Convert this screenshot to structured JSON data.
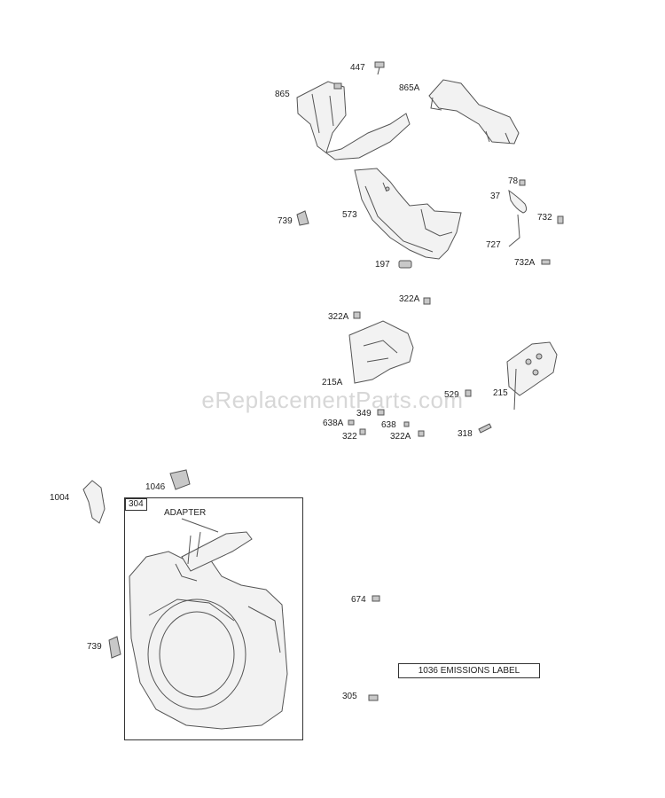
{
  "labels": {
    "l447": "447",
    "l865": "865",
    "l865a": "865A",
    "l78": "78",
    "l37": "37",
    "l739a": "739",
    "l573": "573",
    "l732": "732",
    "l727": "727",
    "l197": "197",
    "l732a": "732A",
    "l322a_1": "322A",
    "l322a_2": "322A",
    "l215a": "215A",
    "l529": "529",
    "l215": "215",
    "l349": "349",
    "l638a": "638A",
    "l638": "638",
    "l322": "322",
    "l322a_3": "322A",
    "l318": "318",
    "l1004": "1004",
    "l1046": "1046",
    "l304": "304",
    "ladapter": "ADAPTER",
    "l674": "674",
    "l739b": "739",
    "l305": "305"
  },
  "emissions_label": "1036 EMISSIONS LABEL",
  "watermark": "eReplacementParts.com"
}
